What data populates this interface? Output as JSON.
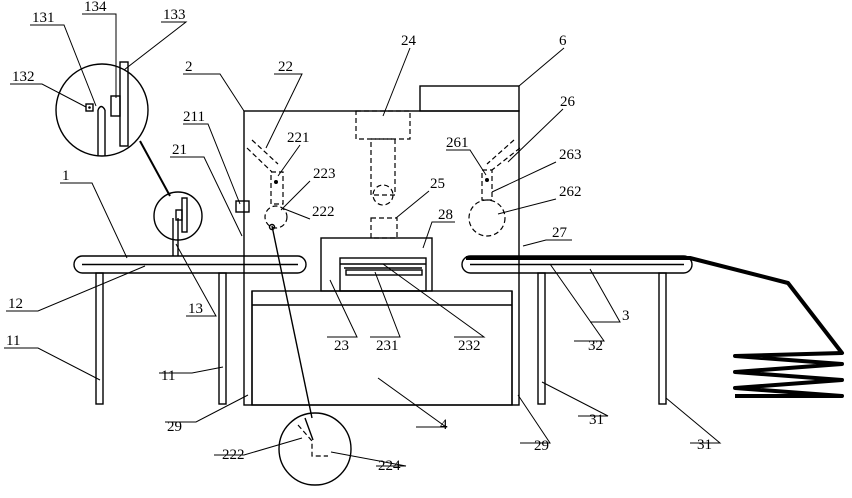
{
  "labels": {
    "l1": "1",
    "l2": "2",
    "l3": "3",
    "l4": "4",
    "l6": "6",
    "l11a": "11",
    "l11b": "11",
    "l12": "12",
    "l13": "13",
    "l21": "21",
    "l22": "22",
    "l23": "23",
    "l24": "24",
    "l25": "25",
    "l26": "26",
    "l27": "27",
    "l28": "28",
    "l29a": "29",
    "l29b": "29",
    "l31a": "31",
    "l31b": "31",
    "l32": "32",
    "l131": "131",
    "l132": "132",
    "l133": "133",
    "l134": "134",
    "l211": "211",
    "l221": "221",
    "l222a": "222",
    "l222b": "222",
    "l223": "223",
    "l224": "224",
    "l231": "231",
    "l232": "232",
    "l261": "261",
    "l262": "262",
    "l263": "263"
  }
}
